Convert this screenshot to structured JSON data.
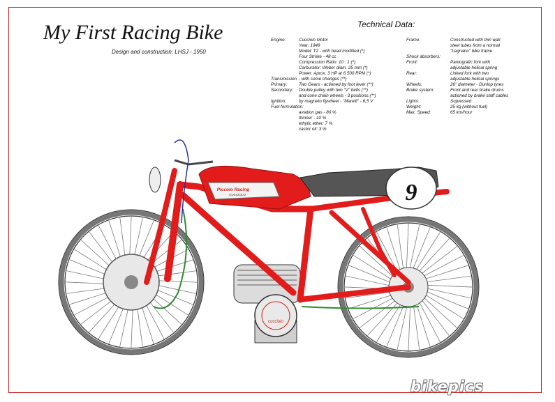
{
  "title": "My First Racing Bike",
  "subtitle": "Design and construction: LHSJ - 1950",
  "technical_title": "Technical Data:",
  "specs_left": [
    {
      "k": "Engine:",
      "v": "Cucciolo Motor"
    },
    {
      "k": "",
      "v": "Year: 1949"
    },
    {
      "k": "",
      "v": "Model: T2 - with head modified (*)"
    },
    {
      "k": "",
      "v": "Four Stroke - 48 cc"
    },
    {
      "k": "",
      "v": "Compression Ratio: 10 : 1 (*)"
    },
    {
      "k": "",
      "v": "Carburator: Weber diam. 25 mm (*)"
    },
    {
      "k": "",
      "v": "Power: Aprox. 3 HP at 6.500 RPM (*)"
    },
    {
      "k": "Transmission",
      "v": "- with some changes (**)"
    },
    {
      "k": "Primary:",
      "v": "Two Gears - actioned by foot lever (**)"
    },
    {
      "k": "Secondary:",
      "v": "Double pulley with two \"V\" belts (**)"
    },
    {
      "k": "",
      "v": "and cone chain wheels - 3 positions (**)"
    },
    {
      "k": "Ignition:",
      "v": "by magneto flywheel - \"Marelli\" - 6,5 V"
    },
    {
      "k": "Fuel formulation:",
      "v": ""
    },
    {
      "k": "",
      "v": "aviation gas - 80 %"
    },
    {
      "k": "",
      "v": "thinner - 10 %"
    },
    {
      "k": "",
      "v": "ethylic ether: 7 %"
    },
    {
      "k": "",
      "v": "castor oil: 3 %"
    }
  ],
  "specs_right": [
    {
      "k": "Frame:",
      "v": "Constructed with thin wall"
    },
    {
      "k": "",
      "v": "steel tubes from a normal"
    },
    {
      "k": "",
      "v": "\"Legnano\" bike frame"
    },
    {
      "k": "Shock absorbers:",
      "v": ""
    },
    {
      "k": "Front:",
      "v": "Pantografic fork with"
    },
    {
      "k": "",
      "v": "adjustable helical spring"
    },
    {
      "k": "Rear:",
      "v": "Linked fork with two"
    },
    {
      "k": "",
      "v": "adjustable helical springs"
    },
    {
      "k": "Wheels:",
      "v": "26\" diameter - Dunlop tyres"
    },
    {
      "k": "Brake system:",
      "v": "Front and rear brake drums"
    },
    {
      "k": "",
      "v": "actioned by brake staff cables"
    },
    {
      "k": "Lights:",
      "v": "Supressed"
    },
    {
      "k": "Weight:",
      "v": "25 kg (without fuel)"
    },
    {
      "k": "Max. Speed:",
      "v": "65 km/hour"
    }
  ],
  "race_number": "9",
  "tank_label": "Piccolo Racing",
  "tank_sublabel": "CUCCIOLO",
  "engine_badge": "cucciolo",
  "watermark": "bikepics",
  "colors": {
    "frame": "#e21b1b",
    "border": "#cc2222",
    "seat": "#555555",
    "cable": "#2e8b2e"
  }
}
